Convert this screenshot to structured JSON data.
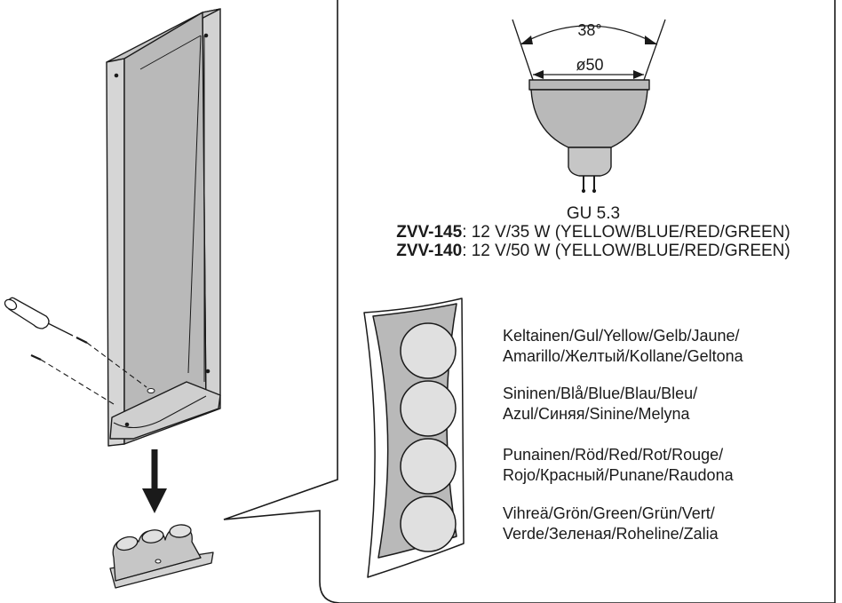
{
  "figure": {
    "lamp": {
      "beam_angle": "38°",
      "diameter": "ø50",
      "socket": "GU 5.3",
      "specs": [
        {
          "model": "ZVV-145",
          "text": ": 12 V/35 W (YELLOW/BLUE/RED/GREEN)"
        },
        {
          "model": "ZVV-140",
          "text": ": 12 V/50 W (YELLOW/BLUE/RED/GREEN)"
        }
      ]
    },
    "colors": [
      {
        "line1": "Keltainen/Gul/Yellow/Gelb/Jaune/",
        "line2": "Amarillo/Желтый/Kollane/Geltona"
      },
      {
        "line1": "Sininen/Blå/Blue/Blau/Bleu/",
        "line2": "Azul/Синяя/Sinine/Melyna"
      },
      {
        "line1": "Punainen/Röd/Red/Rot/Rouge/",
        "line2": "Rojo/Красный/Punane/Raudona"
      },
      {
        "line1": "Vihreä/Grön/Green/Grün/Vert/",
        "line2": "Verde/Зеленая/Roheline/Zalia"
      }
    ],
    "palette": {
      "line": "#1a1a1a",
      "panel": "#b9b9b9",
      "panel_light": "#d2d2d2",
      "bulb": "#e0e0e0",
      "white": "#ffffff"
    }
  }
}
